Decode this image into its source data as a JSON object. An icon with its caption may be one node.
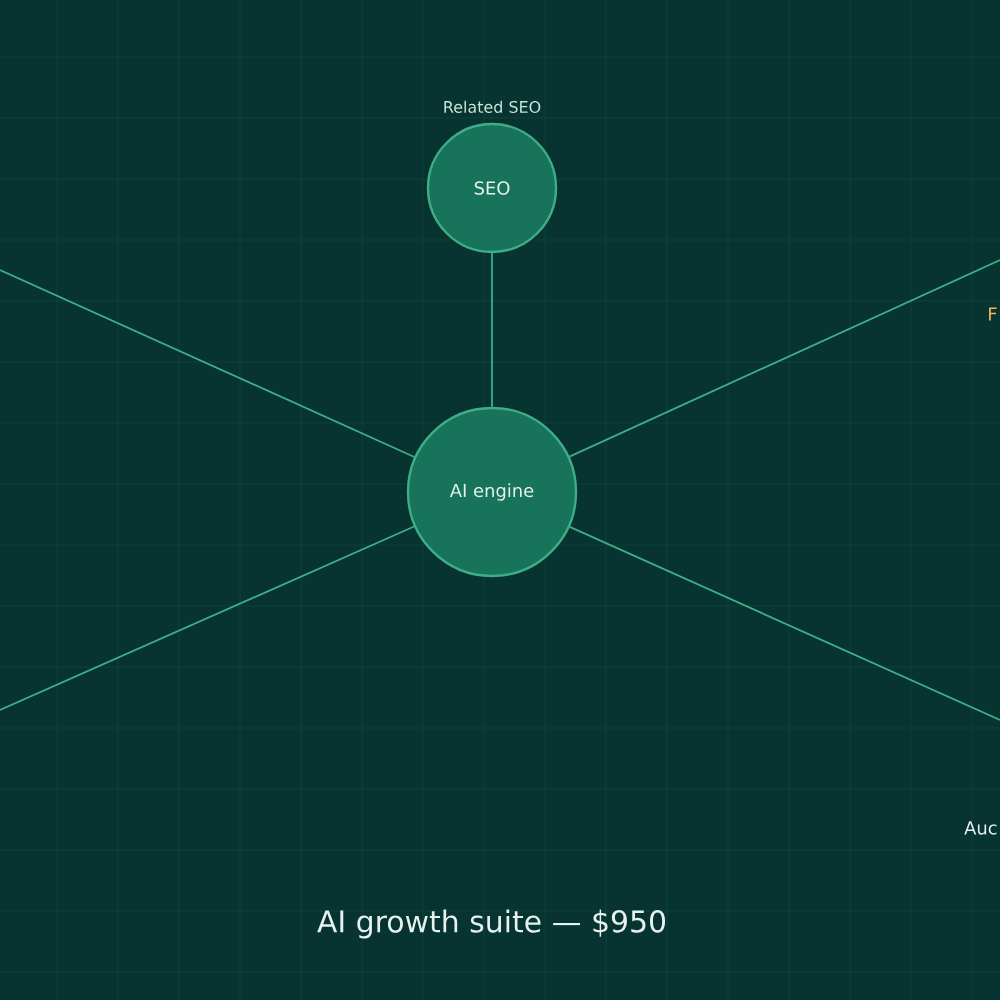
{
  "diagram": {
    "title": "AI growth suite — $950",
    "nodes": [
      {
        "text": [
          "AI engine"
        ]
      },
      {
        "text": [
          "Related SEO",
          "SEO"
        ]
      }
    ],
    "edges": [
      {
        "from": 1,
        "to": 0,
        "arrow": "none"
      },
      {
        "from": null,
        "to": 0,
        "arrow": "none"
      },
      {
        "from": null,
        "to": 0,
        "arrow": "none"
      },
      {
        "from": 0,
        "to": null,
        "arrow": "none"
      },
      {
        "from": 0,
        "to": null,
        "arrow": "none"
      }
    ],
    "labels": [
      "F",
      "Auc"
    ]
  }
}
